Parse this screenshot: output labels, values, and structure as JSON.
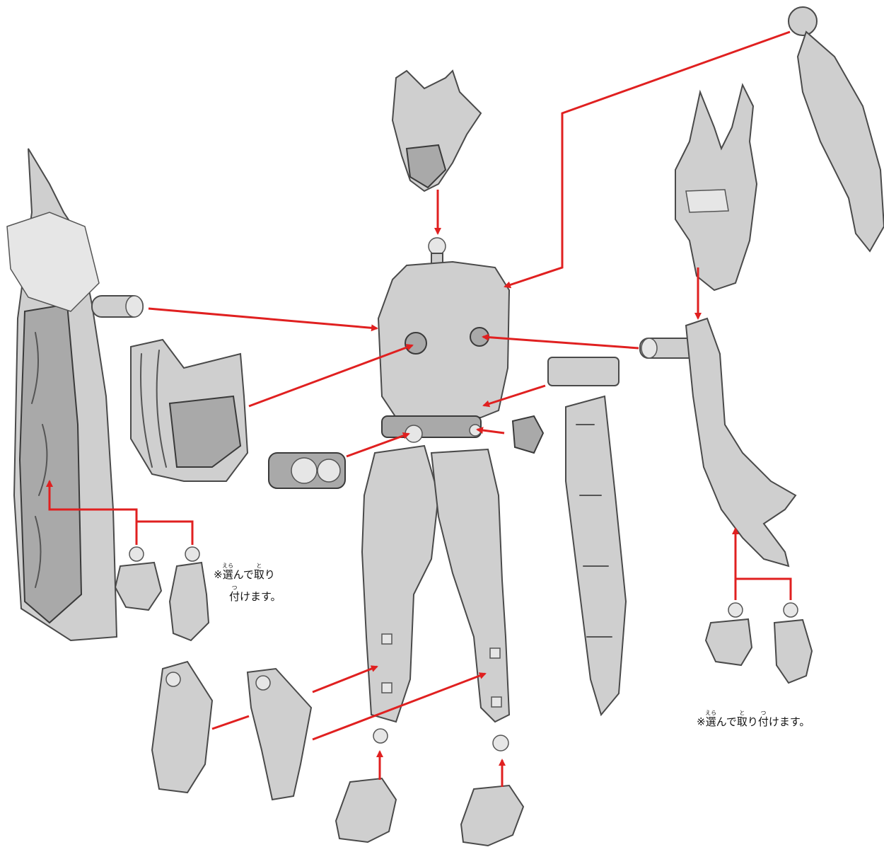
{
  "notes": {
    "left": {
      "line1_prefix": "※",
      "erabu_kanji": "選",
      "erabu_reading": "えら",
      "line1_mid": "んで",
      "toru_kanji": "取",
      "toru_reading": "と",
      "line1_end": "り",
      "tsuku_kanji": "付",
      "tsuku_reading": "つ",
      "line2_end": "けます。"
    },
    "right": {
      "prefix": "※",
      "erabu_kanji": "選",
      "erabu_reading": "えら",
      "mid": "んで",
      "toru_kanji": "取",
      "toru_reading": "と",
      "mid2": "り",
      "tsuku_kanji": "付",
      "tsuku_reading": "つ",
      "end": "けます。"
    }
  },
  "colors": {
    "arrow": "#e02020",
    "part": "#cfcfcf",
    "part_shadow": "#a9a9a9",
    "background": "#ffffff"
  }
}
